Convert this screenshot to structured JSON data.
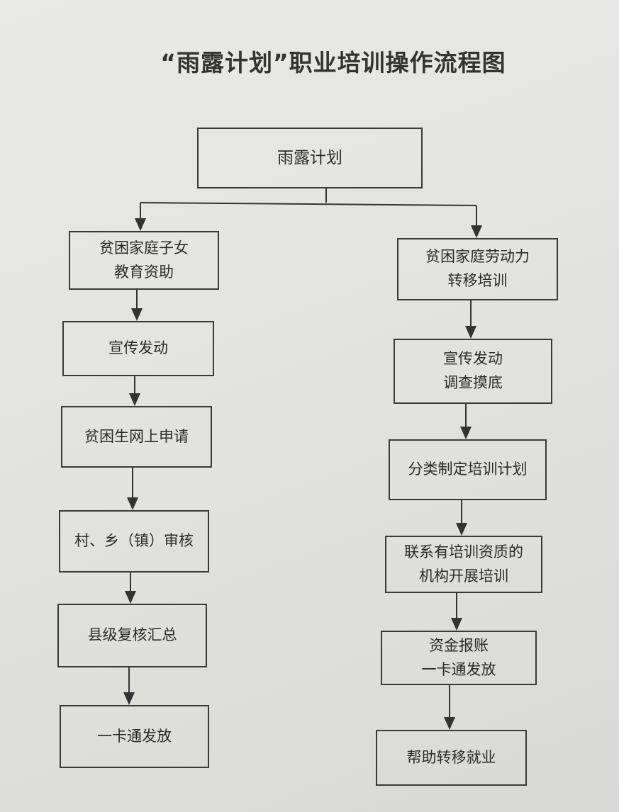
{
  "title": "“雨露计划”职业培训操作流程图",
  "root": "雨露计划",
  "left_branch": [
    "贫困家庭子女\n教育资助",
    "宣传发动",
    "贫困生网上申请",
    "村、乡（镇）审核",
    "县级复核汇总",
    "一卡通发放"
  ],
  "right_branch": [
    "贫困家庭劳动力\n转移培训",
    "宣传发动\n调查摸底",
    "分类制定培训计划",
    "联系有培训资质的\n机构开展培训",
    "资金报账\n一卡通发放",
    "帮助转移就业"
  ]
}
